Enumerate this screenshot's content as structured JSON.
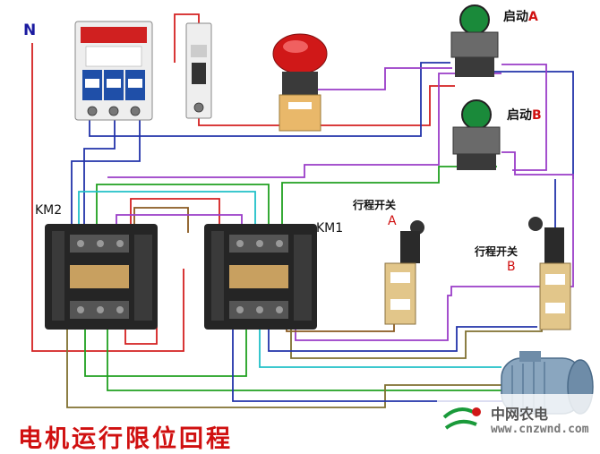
{
  "labels": {
    "neutral": "N",
    "km2": "KM2",
    "km1": "KM1",
    "start_a_text": "启动",
    "start_a_letter": "A",
    "start_b_text": "启动",
    "start_b_letter": "B",
    "limit_a_text": "行程开关",
    "limit_a_letter": "A",
    "limit_b_text": "行程开关",
    "limit_b_letter": "B"
  },
  "title": "电机运行限位回程",
  "watermark": {
    "site_name": "中网农电",
    "url": "www.cnzwnd.com"
  },
  "colors": {
    "wire_red": "#d42020",
    "wire_blue": "#2233aa",
    "wire_purple": "#9a3cc8",
    "wire_green": "#20a020",
    "wire_cyan": "#20c0c8",
    "wire_brown": "#8a5a20",
    "wire_olive": "#807030",
    "title_red": "#d01010",
    "button_green": "#1a8a3a",
    "stop_red": "#d01818"
  }
}
